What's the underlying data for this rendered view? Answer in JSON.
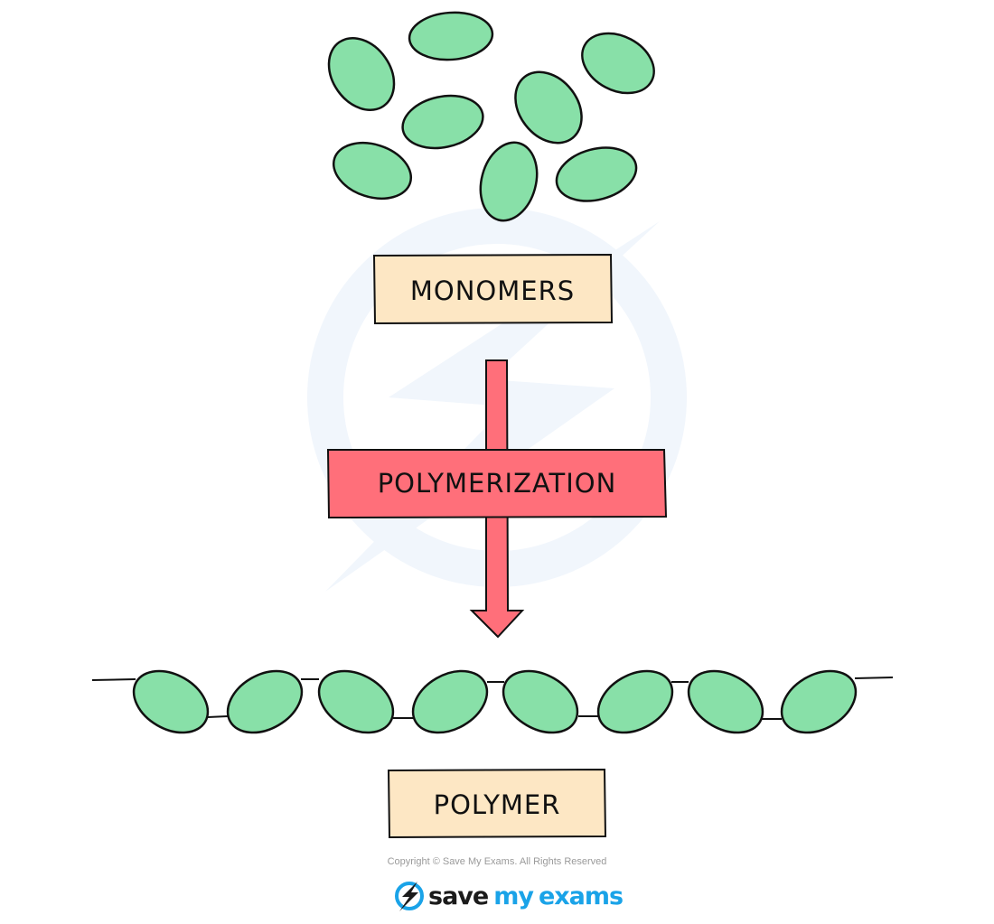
{
  "diagram": {
    "title": "Polymerization of monomers into a polymer",
    "labels": {
      "monomers": "MONOMERS",
      "process": "POLYMERIZATION",
      "polymer": "POLYMER"
    },
    "monomer_count": 8,
    "polymer_unit_count": 8,
    "colors": {
      "monomer_fill": "#88e0a8",
      "outline": "#111111",
      "label_box_fill": "#fde7c4",
      "arrow_fill": "#ff6f7a",
      "watermark": "#eef4fb",
      "brand_blue": "#1aa3e8"
    }
  },
  "footer": {
    "copyright": "Copyright © Save My Exams. All Rights Reserved",
    "logo": {
      "icon": "lightning-bolt-icon",
      "word1": "save",
      "word2": "my",
      "word3": "exams"
    }
  }
}
